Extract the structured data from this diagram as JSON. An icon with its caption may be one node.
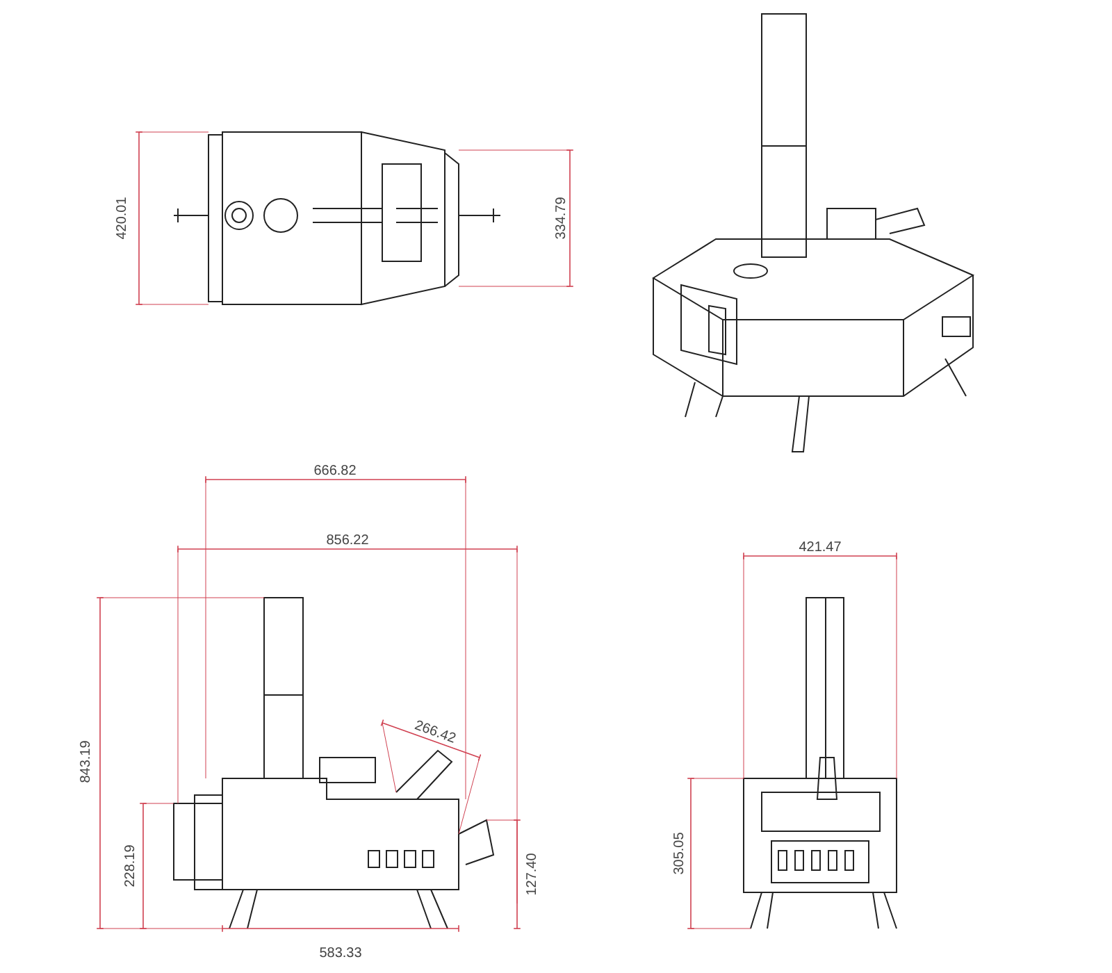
{
  "diagram": {
    "labels": [
      "420.01",
      "334.79",
      "666.82",
      "856.22",
      "421.47",
      "266.42",
      "843.19",
      "305.05",
      "228.19",
      "127.40",
      "583.33"
    ]
  }
}
